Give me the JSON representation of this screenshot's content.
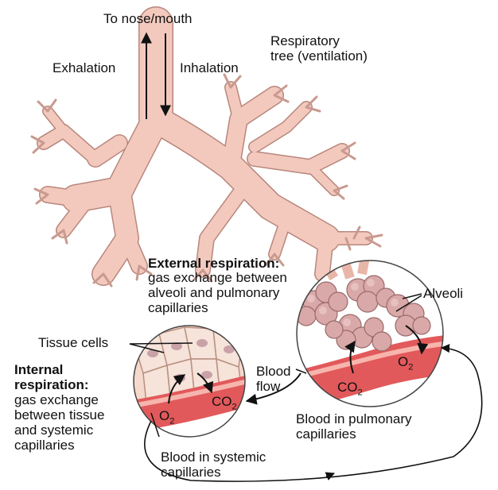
{
  "labels": {
    "top": "To nose/mouth",
    "exhalation": "Exhalation",
    "inhalation": "Inhalation",
    "resp_tree": [
      "Respiratory",
      "tree (ventilation)"
    ],
    "external_title": "External respiration:",
    "external_desc": [
      "gas exchange between",
      "alveoli and pulmonary",
      "capillaries"
    ],
    "alveoli": "Alveoli",
    "tissue_cells": "Tissue cells",
    "internal_title": [
      "Internal",
      "respiration:"
    ],
    "internal_desc": [
      "gas exchange",
      "between tissue",
      "and systemic",
      "capillaries"
    ],
    "blood_flow": [
      "Blood",
      "flow"
    ],
    "o2_main": "O",
    "o2_sub": "2",
    "co2_main": "CO",
    "co2_sub": "2",
    "blood_pulmonary": [
      "Blood in pulmonary",
      "capillaries"
    ],
    "blood_systemic": [
      "Blood in systemic",
      "capillaries"
    ]
  },
  "colors": {
    "airway": "#f3c9be",
    "airway_outline": "#b8877c",
    "alveoli": "#d9a8a8",
    "capillary": "#e2595b",
    "capillary_light": "#f6b5ad",
    "cells": "#f4d9cc"
  }
}
